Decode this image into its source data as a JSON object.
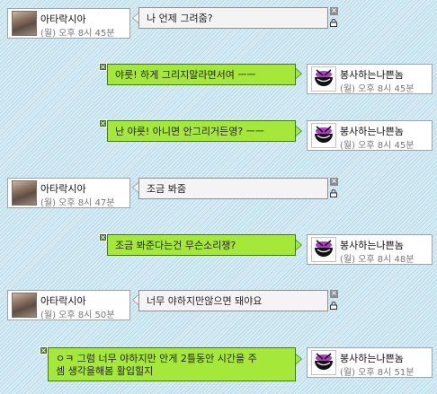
{
  "users": {
    "other": {
      "name": "아타락시아",
      "avatar_icon": "profile-photo-icon"
    },
    "me": {
      "name": "봉사하는나쁜놈",
      "avatar_icon": "rice-bowl-icon"
    }
  },
  "colors": {
    "incoming_bubble": "#f4f4f4",
    "outgoing_bubble": "#a6e83a",
    "outgoing_border": "#3f7d12"
  },
  "messages": [
    {
      "sender": "아타락시아",
      "time": "(월) 오후 8시 45분",
      "text": "나 언제 그려줌?"
    },
    {
      "sender": "봉사하는나쁜놈",
      "time": "(월) 오후 8시 45분",
      "text": "야릇! 하게 그리지말라면서여 ㅡㅡ"
    },
    {
      "sender": "봉사하는나쁜놈",
      "time": "(월) 오후 8시 45분",
      "text": "난 야릇! 아니면 안그리거든영? ㅡㅡ"
    },
    {
      "sender": "아타락시아",
      "time": "(월) 오후 8시 47분",
      "text": "조금 봐줌"
    },
    {
      "sender": "봉사하는나쁜놈",
      "time": "(월) 오후 8시 48분",
      "text": "조금 봐준다는건 무슨소리쟁?"
    },
    {
      "sender": "아타락시아",
      "time": "(월) 오후 8시 50분",
      "text": "너무 야하지만않으면 돼야요"
    },
    {
      "sender": "봉사하는나쁜놈",
      "time": "(월) 오후 8시 51분",
      "text_lines": [
        "ㅇㅋ 그럼 너무 야하지만 안게 2틀동안 시간을 주",
        "셈 생각을해봄 활입힐지"
      ]
    }
  ],
  "icons": {
    "delete": "×",
    "lock": "lock-icon"
  }
}
